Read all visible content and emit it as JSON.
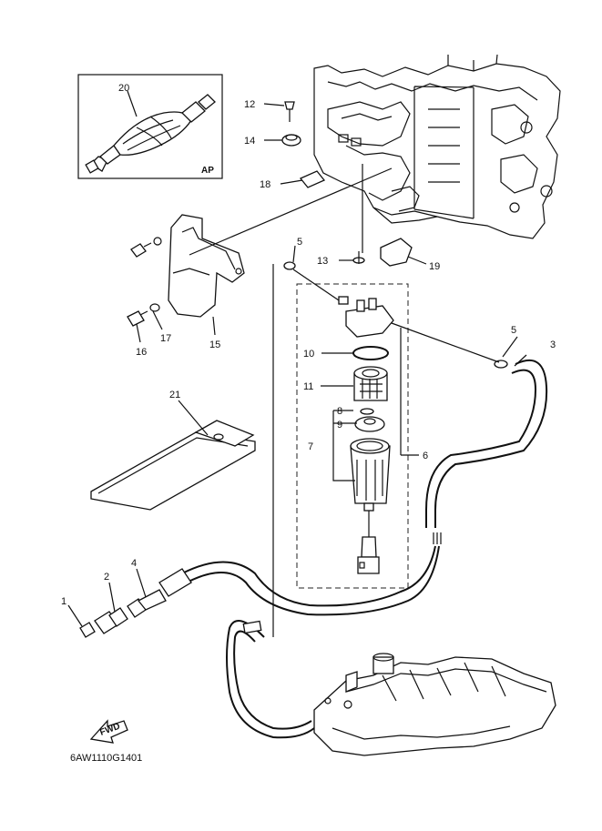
{
  "diagram": {
    "code": "6AW1110G1401",
    "inset_tag": "AP",
    "fwd_label": "FWD",
    "callouts": {
      "c1": "1",
      "c2": "2",
      "c3": "3",
      "c4": "4",
      "c5a": "5",
      "c5b": "5",
      "c6": "6",
      "c7": "7",
      "c8": "8",
      "c9": "9",
      "c10": "10",
      "c11": "11",
      "c12": "12",
      "c13": "13",
      "c14": "14",
      "c15": "15",
      "c16": "16",
      "c17": "17",
      "c18": "18",
      "c19": "19",
      "c20": "20",
      "c21": "21"
    }
  }
}
